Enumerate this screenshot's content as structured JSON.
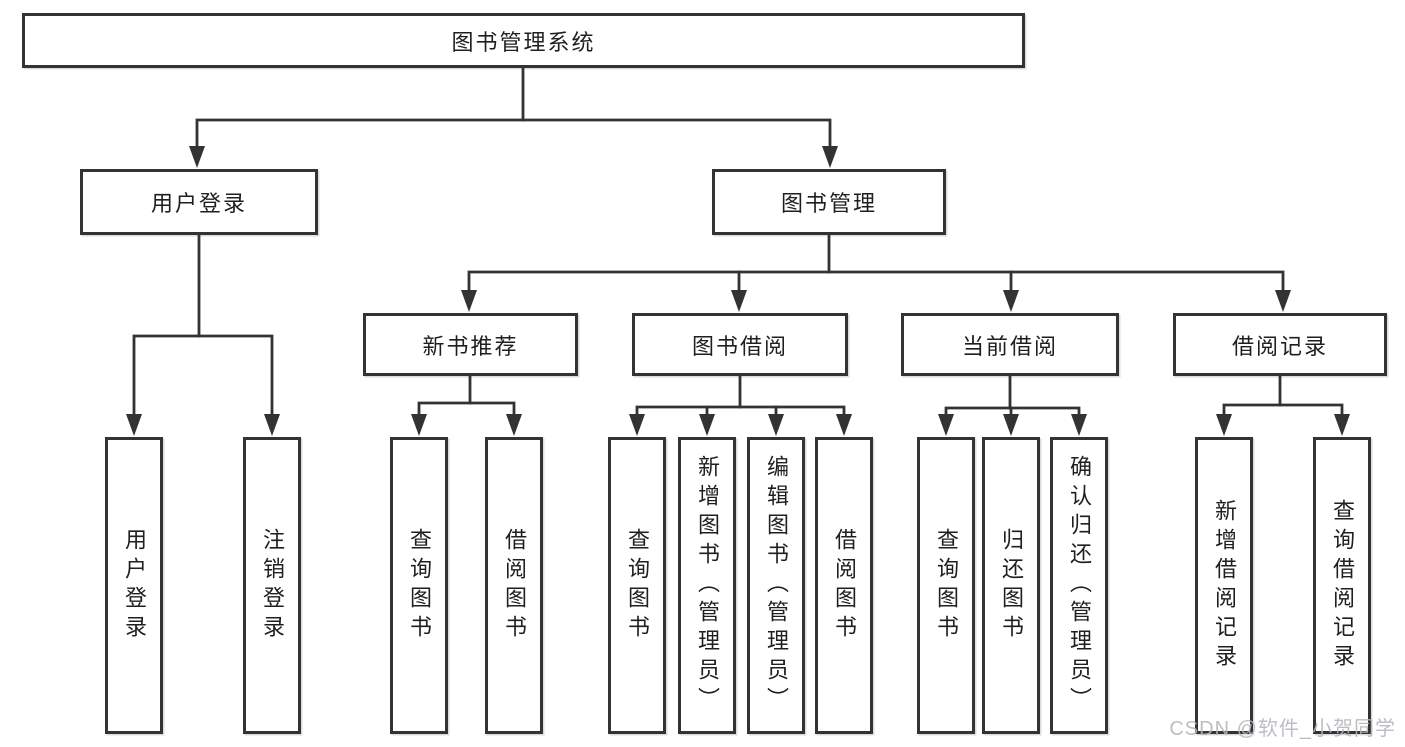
{
  "root_label": "图书管理系统",
  "branches": [
    {
      "label": "用户登录",
      "leaves": [
        "用户登录",
        "注销登录"
      ]
    },
    {
      "label": "图书管理",
      "sections": [
        {
          "label": "新书推荐",
          "leaves": [
            "查询图书",
            "借阅图书"
          ]
        },
        {
          "label": "图书借阅",
          "leaves": [
            "查询图书",
            "新增图书（管理员）",
            "编辑图书（管理员）",
            "借阅图书"
          ]
        },
        {
          "label": "当前借阅",
          "leaves": [
            "查询图书",
            "归还图书",
            "确认归还（管理员）"
          ]
        },
        {
          "label": "借阅记录",
          "leaves": [
            "新增借阅记录",
            "查询借阅记录"
          ]
        }
      ]
    }
  ],
  "watermark": "CSDN @软件_小贺同学",
  "colors": {
    "line": "#333333",
    "box_bg": "#ffffff",
    "text": "#1f1f1f",
    "watermark": "#b4b7bc",
    "page_bg": "#ffffff"
  }
}
